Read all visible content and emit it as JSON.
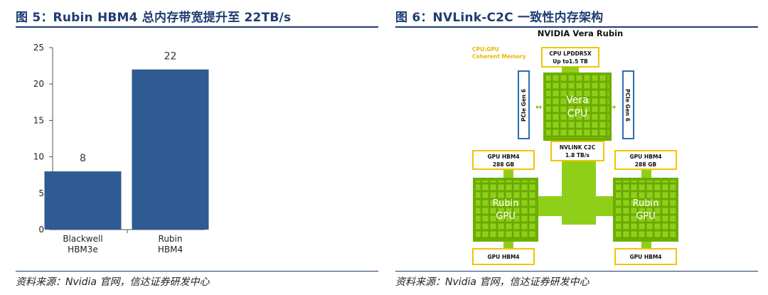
{
  "figure5": {
    "title": "图 5：Rubin HBM4 总内存带宽提升至 22TB/s",
    "source": "资料来源：Nvidia 官网，信达证券研发中心"
  },
  "figure6": {
    "title": "图 6：NVLink-C2C 一致性内存架构",
    "source": "资料来源：Nvidia 官网，信达证券研发中心",
    "diagram_title": "NVIDIA Vera Rubin",
    "coherent_label_1": "CPU:GPU",
    "coherent_label_2": "Coherent Memory",
    "cpu_mem_line1": "CPU LPDDR5X",
    "cpu_mem_line2": "Up to1.5 TB",
    "cpu_line1": "Vera",
    "cpu_line2": "CPU",
    "pcie_left": "PCIe Gen 6",
    "pcie_right": "PCIe Gen 6",
    "nvlink_line1": "NVLINK C2C",
    "nvlink_line2": "1.8 TB/s",
    "gpu_left_mem_line1": "GPU HBM4",
    "gpu_left_mem_line2": "288 GB",
    "gpu_right_mem_line1": "GPU HBM4",
    "gpu_right_mem_line2": "288 GB",
    "gpu_left_line1": "Rubin",
    "gpu_left_line2": "GPU",
    "gpu_right_line1": "Rubin",
    "gpu_right_line2": "GPU",
    "gpu_left_bottom_mem": "GPU HBM4",
    "gpu_right_bottom_mem": "GPU HBM4"
  },
  "chart_data": {
    "type": "bar",
    "categories": [
      "Blackwell\nHBM3e",
      "Rubin\nHBM4"
    ],
    "values": [
      8,
      22
    ],
    "ylim": [
      0,
      25
    ],
    "yticks": [
      0,
      5,
      10,
      15,
      20,
      25
    ],
    "bar_color": "#2f5b93",
    "grid": false,
    "legend": "none"
  },
  "colors": {
    "title": "#1f3c72",
    "green": "#76b900",
    "yellow": "#f2c500",
    "blue": "#2c6db5"
  }
}
